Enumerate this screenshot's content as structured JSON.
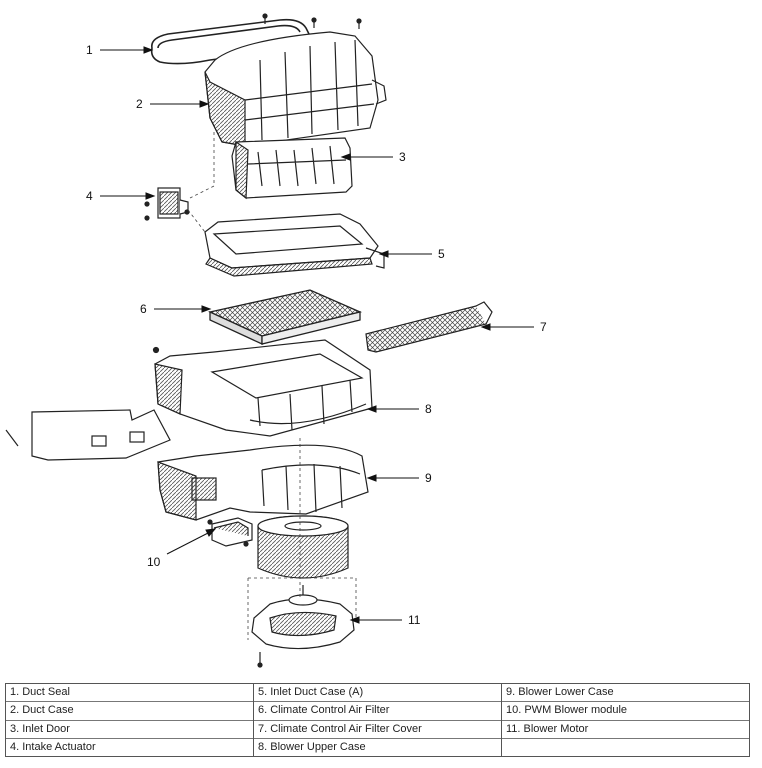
{
  "callouts": {
    "c1": "1",
    "c2": "2",
    "c3": "3",
    "c4": "4",
    "c5": "5",
    "c6": "6",
    "c7": "7",
    "c8": "8",
    "c9": "9",
    "c10": "10",
    "c11": "11"
  },
  "legend": {
    "col1": [
      "1. Duct Seal",
      "2. Duct Case",
      "3. Inlet Door",
      "4. Intake Actuator"
    ],
    "col2": [
      "5. Inlet Duct Case (A)",
      "6. Climate Control Air Filter",
      "7. Climate Control Air Filter Cover",
      "8. Blower Upper Case"
    ],
    "col3": [
      "9. Blower Lower Case",
      "10. PWM Blower module",
      "11. Blower Motor",
      ""
    ]
  }
}
